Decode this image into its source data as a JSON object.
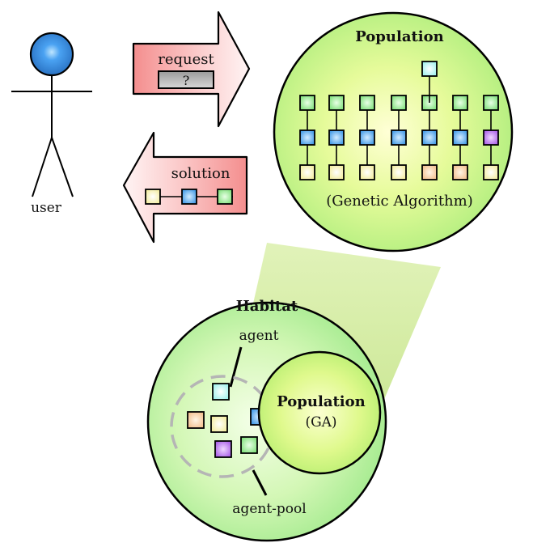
{
  "user": {
    "label": "user"
  },
  "request_arrow": {
    "label": "request",
    "placeholder": "?"
  },
  "solution_arrow": {
    "label": "solution"
  },
  "population_zoom": {
    "title": "Population",
    "caption": "(Genetic Algorithm)"
  },
  "habitat": {
    "title": "Habitat",
    "agent_label": "agent",
    "agent_pool_label": "agent-pool",
    "inner_population_title": "Population",
    "inner_population_caption": "(GA)"
  },
  "colors": {
    "green_square": "#8fe88a",
    "blue_square": "#4aa7ee",
    "yellow_square": "#f5f0a8",
    "orange_square": "#f6c59a",
    "purple_square": "#b86cf0",
    "cyan_square": "#a9f3f0",
    "circle_fill": "#c9f58a",
    "arrow_fill": "#f7a9a9",
    "user_head": "#3b8fe6"
  }
}
